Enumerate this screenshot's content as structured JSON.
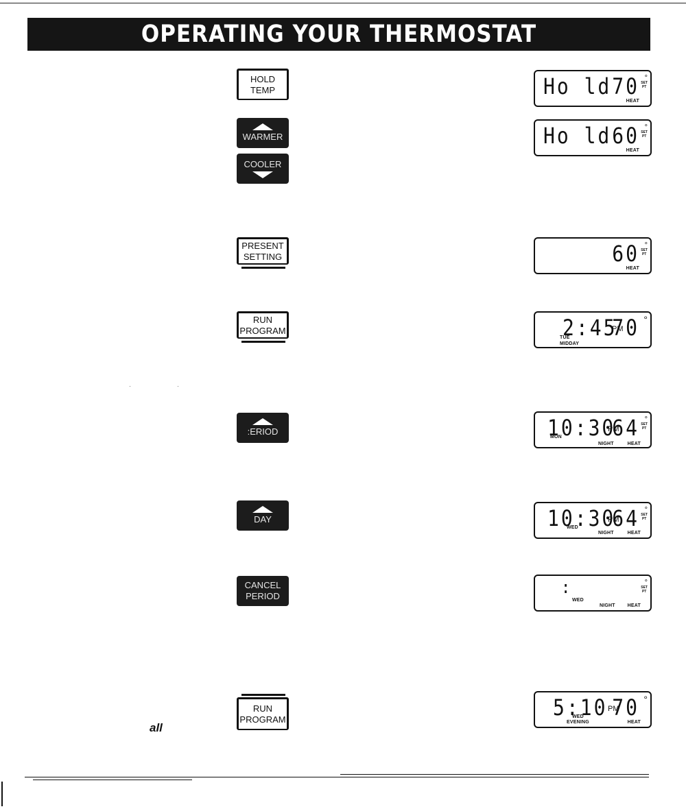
{
  "title": "OPERATING YOUR THERMOSTAT",
  "buttons": {
    "hold_temp": [
      "HOLD",
      "TEMP"
    ],
    "warmer": "WARMER",
    "cooler": "COOLER",
    "present_setting": [
      "PRESENT",
      "SETTING"
    ],
    "run_program": [
      "RUN",
      "PROGRAM"
    ],
    "period": ":ERIOD",
    "day": "DAY",
    "cancel_period": [
      "CANCEL",
      "PERIOD"
    ],
    "run_program_2": [
      "RUN",
      "PROGRAM"
    ]
  },
  "displays": {
    "hold_70": {
      "main": "Ho ld",
      "temp": "70",
      "mode": "HEAT"
    },
    "hold_60": {
      "main": "Ho ld",
      "temp": "60",
      "mode": "HEAT"
    },
    "present_60": {
      "temp": "60",
      "mode": "HEAT"
    },
    "run_245": {
      "time": "2:45",
      "ampm": "PM",
      "temp": "70",
      "day": "TUE",
      "period": "MIDDAY"
    },
    "period_1030": {
      "time": "10:30",
      "ampm": "PM",
      "temp": "64",
      "day": "MON",
      "period": "NIGHT",
      "mode": "HEAT"
    },
    "day_1030": {
      "time": "10:30",
      "ampm": "PM",
      "temp": "64",
      "day": "WED",
      "period": "NIGHT",
      "mode": "HEAT"
    },
    "cancel": {
      "time": ":",
      "day": "WED",
      "period": "NIGHT",
      "mode": "HEAT"
    },
    "run_510": {
      "time": "5:10",
      "ampm": "PM",
      "temp": "70",
      "day": "WED",
      "period": "EVENING",
      "mode": "HEAT"
    }
  },
  "lcd_labels": {
    "set": "SET",
    "pt": "PT",
    "degree": "°"
  },
  "fragment": "all"
}
